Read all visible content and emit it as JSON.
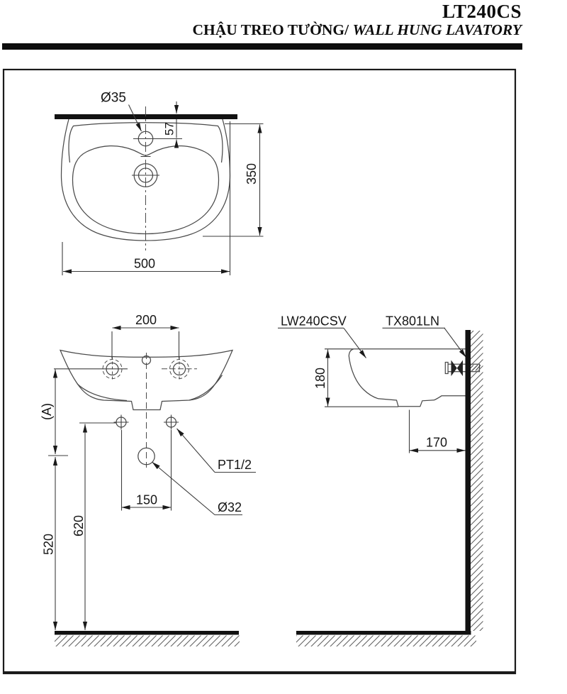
{
  "header": {
    "model": "LT240CS",
    "title_vi": "CHẬU TREO TƯỜNG/",
    "title_en": "WALL HUNG LAVATORY"
  },
  "views": {
    "top": {
      "faucet_hole_dia": "Ø35",
      "hole_to_wall": "57",
      "depth": "350",
      "width": "500"
    },
    "front": {
      "bolt_hole_spacing": "200",
      "install_height_ref": "(A)",
      "supply_height": "620",
      "drain_height": "520",
      "supply_spacing": "150",
      "supply_thread": "PT1/2",
      "drain_dia": "Ø32"
    },
    "side": {
      "basin_model": "LW240CSV",
      "faucet_model": "TX801LN",
      "rim_depth": "180",
      "drain_to_wall": "170"
    }
  },
  "colors": {
    "ink": "#0d0d0d",
    "drawing_line": "#4a4a4a",
    "heavy_fill": "#121212",
    "background": "#ffffff"
  }
}
